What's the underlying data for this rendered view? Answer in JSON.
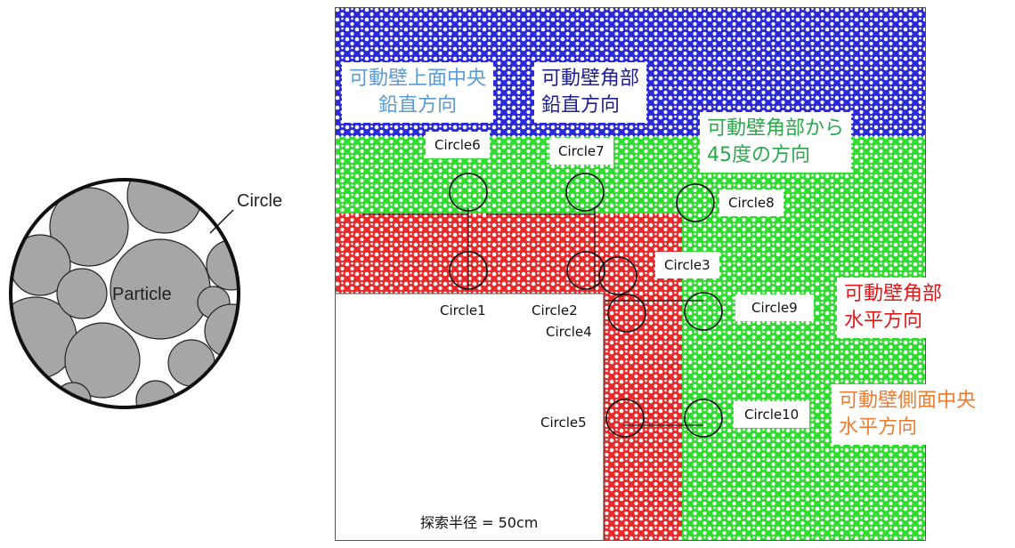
{
  "inset": {
    "circle_label": "Circle",
    "particle_label": "Particle"
  },
  "circles": [
    {
      "label": "Circle1"
    },
    {
      "label": "Circle2"
    },
    {
      "label": "Circle3"
    },
    {
      "label": "Circle4"
    },
    {
      "label": "Circle5"
    },
    {
      "label": "Circle6"
    },
    {
      "label": "Circle7"
    },
    {
      "label": "Circle8"
    },
    {
      "label": "Circle9"
    },
    {
      "label": "Circle10"
    }
  ],
  "annotations": {
    "top_center_vertical": {
      "line1": "可動壁上面中央",
      "line2": "鉛直方向",
      "color": "#5b9bd5"
    },
    "corner_vertical": {
      "line1": "可動壁角部",
      "line2": "鉛直方向",
      "color": "#1f1f8f"
    },
    "corner_45deg": {
      "line1": "可動壁角部から",
      "line2": "45度の方向",
      "color": "#2aa84a"
    },
    "corner_horizontal": {
      "line1": "可動壁角部",
      "line2": "水平方向",
      "color": "#e01818"
    },
    "side_center_horizontal": {
      "line1": "可動壁側面中央",
      "line2": "水平方向",
      "color": "#ed7d31"
    }
  },
  "search_radius": "探索半径 = 50cm",
  "colors": {
    "blue_region": "#2a2ad8",
    "green_region": "#2fdc2f",
    "red_region": "#e82a2a",
    "particle_fill": "#a6a6a6"
  }
}
